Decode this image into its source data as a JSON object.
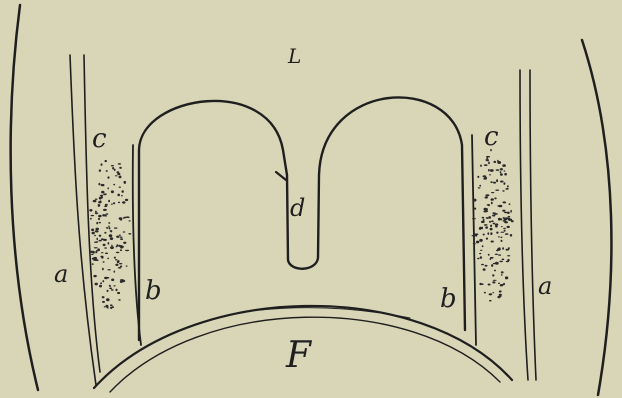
{
  "diagram": {
    "colors": {
      "paper": "#d9d6b8",
      "ink": "#1f1f1f",
      "stipple": "#2a2a2a"
    },
    "labels": {
      "top": "L",
      "a_left": "a",
      "a_right": "a",
      "b_left": "b",
      "b_right": "b",
      "c_left": "c",
      "c_right": "c",
      "d": "d",
      "f": "F"
    }
  }
}
